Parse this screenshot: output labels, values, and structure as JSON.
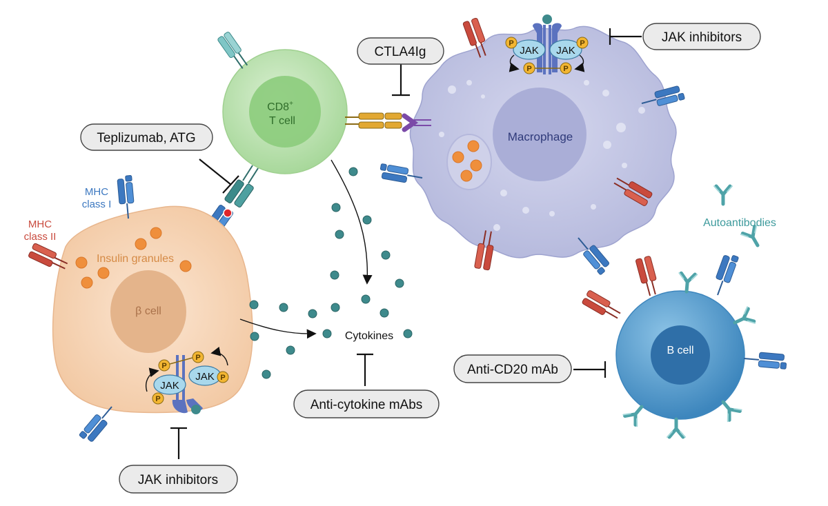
{
  "diagram": {
    "cells": {
      "t_cell": {
        "line1": "CD8",
        "superscript": "+",
        "line2": "T cell"
      },
      "macrophage": "Macrophage",
      "beta_cell": "β cell",
      "b_cell": "B cell"
    },
    "labels": {
      "mhc_class_1_line1": "MHC",
      "mhc_class_1_line2": "class I",
      "mhc_class_2_line1": "MHC",
      "mhc_class_2_line2": "class II",
      "insulin_granules": "Insulin granules",
      "cytokines": "Cytokines",
      "autoantibodies": "Autoantibodies",
      "jak": "JAK",
      "phospho": "P"
    },
    "therapies": {
      "teplizumab": "Teplizumab, ATG",
      "ctla4ig": "CTLA4Ig",
      "jak_inhibitors_top": "JAK inhibitors",
      "anti_cytokine": "Anti-cytokine mAbs",
      "jak_inhibitors_bottom": "JAK inhibitors",
      "anti_cd20": "Anti-CD20 mAb"
    },
    "colors": {
      "t_cell": "#b5dea8",
      "macrophage": "#c5c8e6",
      "beta_cell": "#f6d5b8",
      "b_cell": "#5ba1cf",
      "cytokine": "#3e8a8c",
      "insulin_granule": "#ef8f3c",
      "mhc_class_1": "#3c78c0",
      "mhc_class_2": "#c94a3d",
      "antibody": "#5fb0b4"
    }
  }
}
